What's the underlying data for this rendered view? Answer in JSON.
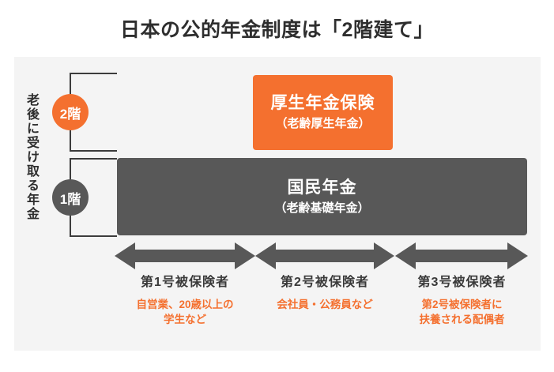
{
  "title": "日本の公的年金制度は「2階建て」",
  "panel": {
    "vertical_caption": "老後に受け取る年金",
    "badges": [
      {
        "label": "2階",
        "color": "#f4702f"
      },
      {
        "label": "1階",
        "color": "#585858"
      }
    ],
    "tiers": [
      {
        "key": "tier2",
        "name": "厚生年金保険",
        "sub": "（老齢厚生年金）",
        "color": "#f4702f"
      },
      {
        "key": "tier1",
        "name": "国民年金",
        "sub": "（老齢基礎年金）",
        "color": "#585858"
      }
    ],
    "arrow_color": "#585858",
    "categories": [
      {
        "name": "第1号被保険者",
        "desc": "自営業、20歳以上の\n学生など"
      },
      {
        "name": "第2号被保険者",
        "desc": "会社員・公務員など"
      },
      {
        "name": "第3号被保険者",
        "desc": "第2号被保険者に\n扶養される配偶者"
      }
    ]
  },
  "colors": {
    "accent_orange": "#f4702f",
    "dark_gray": "#585858",
    "panel_bg": "#f4f4f4",
    "text": "#3a3a3a"
  }
}
